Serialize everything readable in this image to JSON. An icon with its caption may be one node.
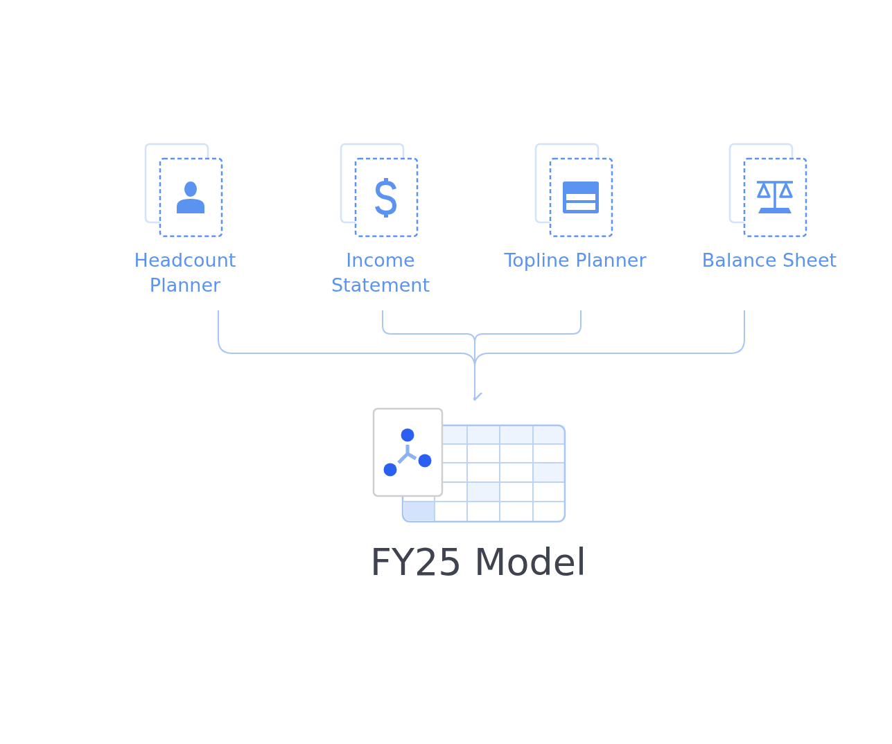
{
  "diagram": {
    "nodes": [
      {
        "text": [
          "Headcount Planner"
        ]
      },
      {
        "text": [
          "Income Statement"
        ]
      },
      {
        "text": [
          "Topline Planner"
        ]
      },
      {
        "text": [
          "Balance Sheet"
        ]
      },
      {
        "text": [
          "FY25 Model"
        ]
      }
    ],
    "edges": [
      {
        "from": 0,
        "to": 4,
        "arrow": "to"
      },
      {
        "from": 1,
        "to": 4,
        "arrow": "to"
      },
      {
        "from": 2,
        "to": 4,
        "arrow": "to"
      },
      {
        "from": 3,
        "to": 4,
        "arrow": "to"
      }
    ]
  }
}
